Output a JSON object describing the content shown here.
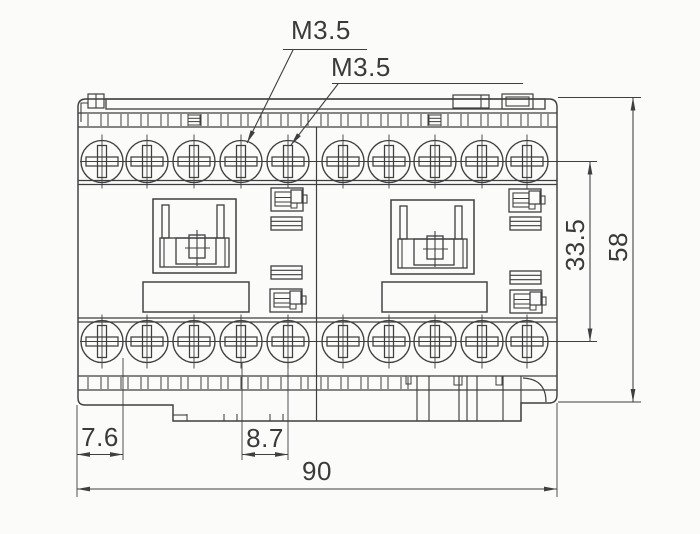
{
  "drawing": {
    "annotations": {
      "thread_label_1": "M3.5",
      "thread_label_2": "M3.5"
    },
    "dimensions": {
      "terminal_rows_spacing": "33.5",
      "overall_height": "58",
      "mount_offset": "7.6",
      "terminal_pitch": "8.7",
      "overall_width": "90"
    },
    "style": {
      "line_color": "#3f3f3f",
      "text_color": "#3a3a3a",
      "background": "#fbfbfa"
    }
  }
}
